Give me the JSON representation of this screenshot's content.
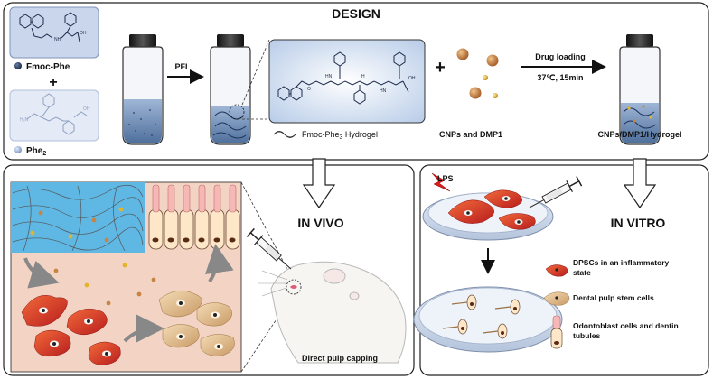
{
  "design": {
    "title": "DESIGN",
    "fmoc_phe": "Fmoc-Phe",
    "plus": "+",
    "phe2": "Phe",
    "phe2_sub": "2",
    "pfl": "PFL",
    "hydrogel_label": "Fmoc-Phe",
    "hydrogel_sub": "3",
    "hydrogel_suffix": " Hydrogel",
    "cnps_dmp1": "CNPs and DMP1",
    "drug_loading": "Drug loading",
    "conditions": "37℃, 15min",
    "product": "CNPs/DMP1/Hydrogel"
  },
  "in_vivo": {
    "title": "IN VIVO",
    "caption": "Direct pulp capping"
  },
  "in_vitro": {
    "title": "IN VITRO",
    "lps": "LPS",
    "legend_inflam_1": "DPSCs in an inflammatory",
    "legend_inflam_2": "state",
    "legend_dpsc": "Dental pulp stem cells",
    "legend_odonto_1": "Odontoblast cells and dentin",
    "legend_odonto_2": "tubules"
  },
  "colors": {
    "panel_border": "#222222",
    "flask_liquid": "#6f8fb8",
    "red_cell": "#d8322b",
    "tan_cell": "#e2bf92",
    "nanoparticle": "#c88444",
    "dmp1": "#e3b42a",
    "molecule_bg": "#d6e2f2",
    "water": "#5fb7e4",
    "tissue": "#f3d2c2"
  }
}
